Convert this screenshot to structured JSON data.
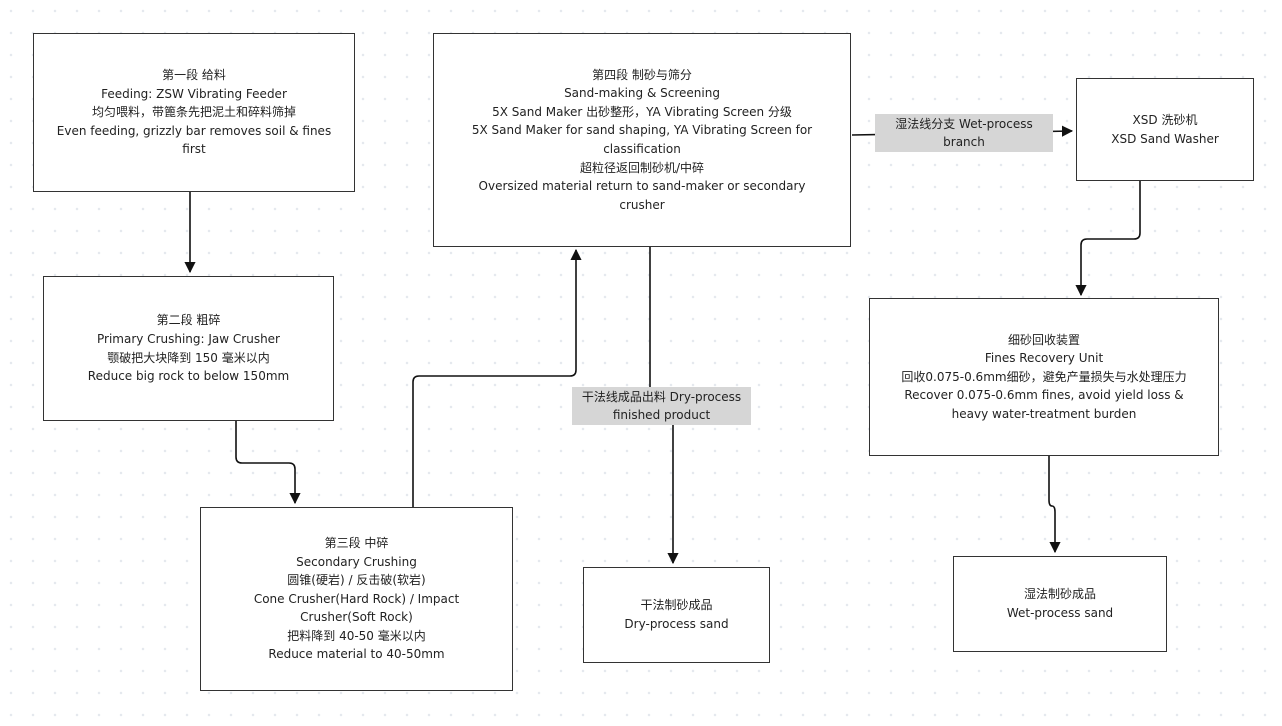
{
  "colors": {
    "node_border": "#333333",
    "edge": "#111111",
    "edge_label_bg": "#d6d6d6"
  },
  "nodes": {
    "stage1": {
      "lines": [
        "第一段 给料",
        "Feeding: ZSW Vibrating Feeder",
        "均匀喂料，带篦条先把泥土和碎料筛掉",
        "Even feeding, grizzly bar removes soil & fines",
        "first"
      ]
    },
    "stage2": {
      "lines": [
        "第二段 粗碎",
        "Primary Crushing: Jaw Crusher",
        "颚破把大块降到 150 毫米以内",
        "Reduce big rock to below 150mm"
      ]
    },
    "stage3": {
      "lines": [
        "第三段 中碎",
        "Secondary Crushing",
        "圆锥(硬岩) / 反击破(软岩)",
        "Cone Crusher(Hard Rock) / Impact",
        "Crusher(Soft Rock)",
        "把料降到 40-50 毫米以内",
        "Reduce material to 40-50mm"
      ]
    },
    "stage4": {
      "lines": [
        "第四段 制砂与筛分",
        "Sand-making & Screening",
        "5X Sand Maker 出砂整形，YA Vibrating Screen 分级",
        "5X Sand Maker for sand shaping, YA Vibrating Screen for",
        "classification",
        "超粒径返回制砂机/中碎",
        "Oversized material return to sand-maker or secondary",
        "crusher"
      ]
    },
    "washer": {
      "lines": [
        "XSD 洗砂机",
        "XSD Sand Washer"
      ]
    },
    "fines": {
      "lines": [
        "细砂回收装置",
        "Fines Recovery Unit",
        "回收0.075-0.6mm细砂，避免产量损失与水处理压力",
        "Recover 0.075-0.6mm fines, avoid yield loss &",
        "heavy water-treatment burden"
      ]
    },
    "dry": {
      "lines": [
        "干法制砂成品",
        "Dry-process sand"
      ]
    },
    "wet": {
      "lines": [
        "湿法制砂成品",
        "Wet-process sand"
      ]
    }
  },
  "edge_labels": {
    "wet_branch": {
      "lines": [
        "湿法线分支 Wet-process",
        "branch"
      ]
    },
    "dry_product": {
      "lines": [
        "干法线成品出料 Dry-process",
        "finished product"
      ]
    }
  }
}
